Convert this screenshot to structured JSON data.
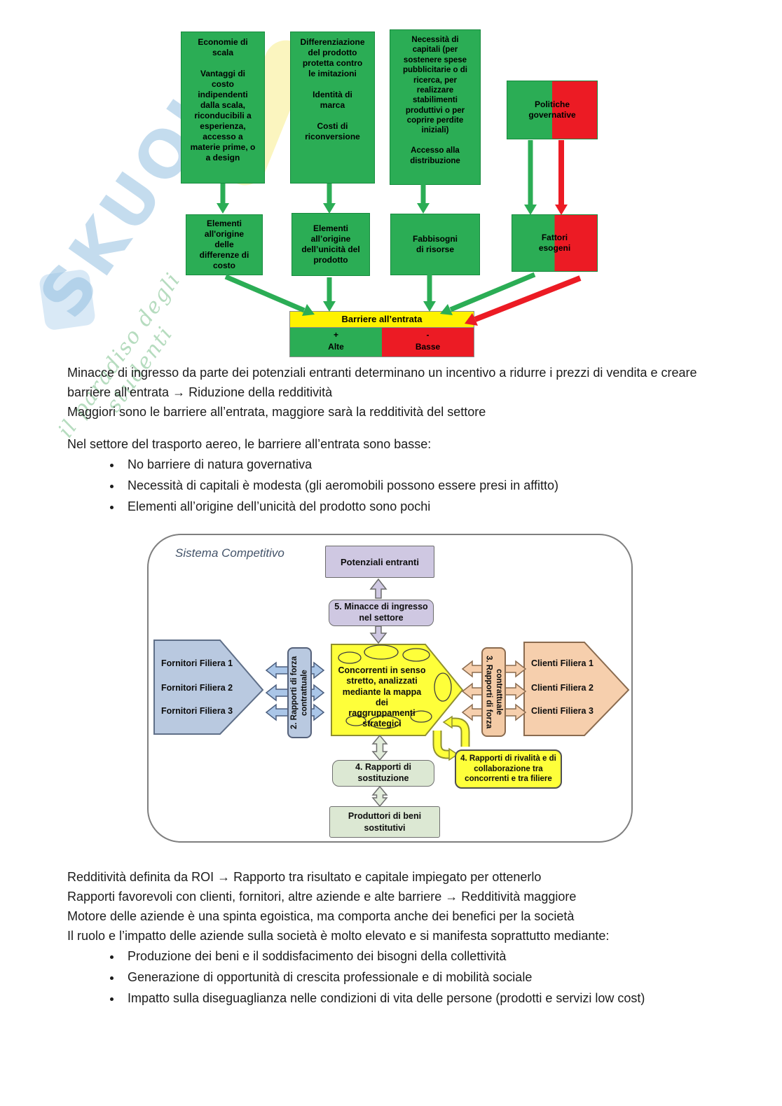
{
  "watermark": {
    "brand": "SKUOLA",
    "tagline": "il paradiso degli studenti"
  },
  "colors": {
    "green": "#2bad55",
    "red": "#ec1b24",
    "yellow": "#fff200",
    "lavender": "#cfc8e2",
    "blue_gray": "#b9c9e0",
    "peach": "#f4cba6",
    "light_green": "#dce8d3",
    "bright_yellow": "#feff3a",
    "label_blue": "#44546a"
  },
  "diagram1": {
    "row1": [
      {
        "text": "Economie di\nscala\n\nVantaggi di\ncosto\nindipendenti\ndalla scala,\nriconducibili a\nesperienza,\naccesso a\nmaterie prime, o\na design"
      },
      {
        "text": "Differenziazione\ndel prodotto\nprotetta contro\nle imitazioni\n\nIdentità di\nmarca\n\nCosti di\nriconversione"
      },
      {
        "text": "Necessità di\ncapitali (per\nsostenere spese\npubblicitarie o di\nricerca, per\nrealizzare\nstabilimenti\nproduttivi o per\ncoprire perdite\niniziali)\n\nAccesso alla\ndistribuzione"
      },
      {
        "text": "Politiche\ngovernative"
      }
    ],
    "row2": [
      {
        "text": "Elementi\nall'origine\ndelle\ndifferenze di\ncosto"
      },
      {
        "text": "Elementi\nall’origine\ndell’unicità del\nprodotto"
      },
      {
        "text": "Fabbisogni\ndi risorse"
      },
      {
        "text": "Fattori\nesogeni"
      }
    ],
    "barrier": {
      "title": "Barriere all’entrata",
      "high_sign": "+",
      "high_label": "Alte",
      "low_sign": "-",
      "low_label": "Basse"
    }
  },
  "text1": "Minacce di ingresso da parte dei potenziali entranti determinano un incentivo a ridurre i prezzi di vendita e creare barriere all’entrata → Riduzione della redditività\nMaggiori sono le barriere all’entrata, maggiore sarà la redditività del settore",
  "air": {
    "intro": "Nel settore del trasporto aereo, le barriere all’entrata sono basse:",
    "bullets": [
      "No barriere di natura governativa",
      "Necessità di capitali è modesta (gli aeromobili possono essere presi in affitto)",
      "Elementi all’origine dell’unicità del prodotto sono pochi"
    ]
  },
  "diagram2": {
    "label": "Sistema Competitivo",
    "potential_entrants": "Potenziali entranti",
    "entry_threat": "5. Minacce di ingresso\nnel settore",
    "suppliers": [
      "Fornitori Filiera 1",
      "Fornitori Filiera 2",
      "Fornitori Filiera 3"
    ],
    "supplier_power": "2. Rapporti di forza contrattuale",
    "competitors": "Concorrenti in senso\nstretto, analizzati\nmediante la mappa dei\nraggruppamenti\nstrategici",
    "customer_power": "3. Rapporti di forza contrattuale",
    "customers": [
      "Clienti Filiera 1",
      "Clienti Filiera 2",
      "Clienti Filiera 3"
    ],
    "substitution": "4. Rapporti di\nsostituzione",
    "substitute_producers": "Produttori di beni\nsostitutivi",
    "rivalry": "4. Rapporti di rivalità e di\ncollaborazione tra\nconcorrenti e tra filiere"
  },
  "text2": {
    "lines": [
      "Redditività definita da ROI → Rapporto tra risultato e capitale impiegato per ottenerlo",
      "Rapporti favorevoli con clienti, fornitori, altre aziende e alte barriere → Redditività maggiore",
      "Motore delle aziende è una spinta egoistica, ma comporta anche dei benefici per la società",
      "Il ruolo e l’impatto delle aziende sulla società è molto elevato e si manifesta soprattutto mediante:"
    ],
    "bullets": [
      "Produzione dei beni e il soddisfacimento dei bisogni della collettività",
      "Generazione di opportunità di crescita professionale e di mobilità sociale",
      "Impatto sulla diseguaglianza nelle condizioni di vita delle persone (prodotti e servizi low cost)"
    ]
  }
}
